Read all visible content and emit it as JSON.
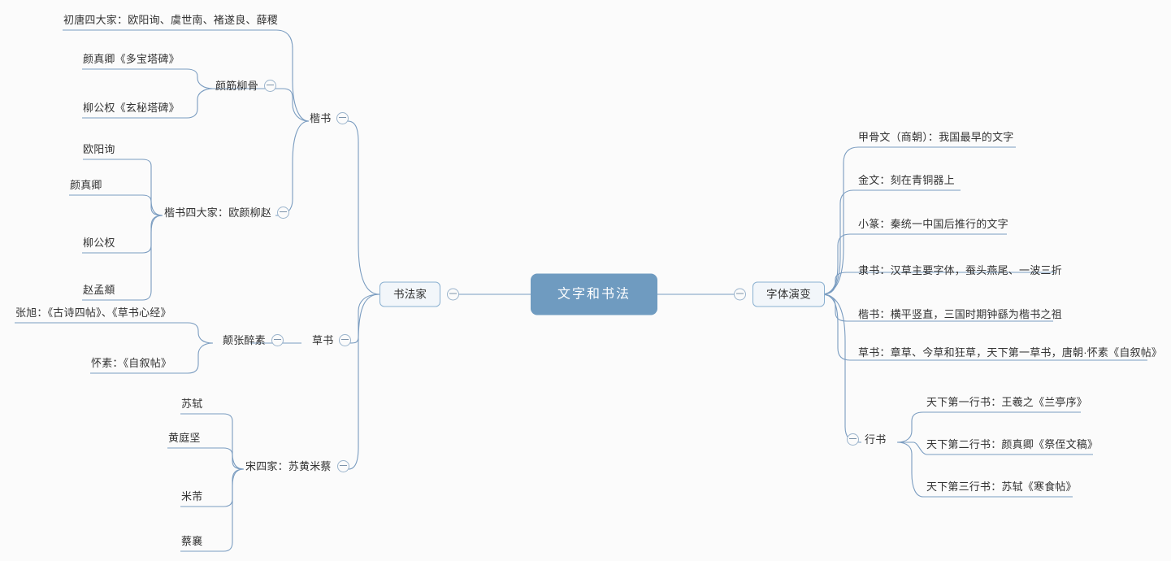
{
  "theme": {
    "background": "#fbfbfb",
    "line_color": "#7a9cc0",
    "root_fill": "#6f9bc0",
    "root_text": "#ffffff",
    "branch_box_fill": "#f2f6fa",
    "branch_box_border": "#8ab0d0",
    "text_color": "#333333",
    "toggle_border": "#9bb4cc"
  },
  "root": {
    "label": "文字和书法"
  },
  "left_branch": {
    "label": "书法家",
    "toggle": "collapse-minus",
    "children": [
      {
        "label": "楷书",
        "toggle": "collapse-minus",
        "children": [
          {
            "label": "初唐四大家：欧阳询、虞世南、褚遂良、薛稷"
          },
          {
            "label": "颜筋柳骨",
            "toggle": "collapse-minus",
            "children": [
              {
                "label": "颜真卿《多宝塔碑》"
              },
              {
                "label": "柳公权《玄秘塔碑》"
              }
            ]
          },
          {
            "label": "楷书四大家：欧颜柳赵",
            "toggle": "collapse-minus",
            "children": [
              {
                "label": "欧阳询"
              },
              {
                "label": "颜真卿"
              },
              {
                "label": "柳公权"
              },
              {
                "label": "赵孟頫"
              }
            ]
          }
        ]
      },
      {
        "label": "草书",
        "toggle": "collapse-minus",
        "children": [
          {
            "label": "颠张醉素",
            "toggle": "collapse-minus",
            "children": [
              {
                "label": "张旭：《古诗四帖》、《草书心经》"
              },
              {
                "label": "怀素：《自叙帖》"
              }
            ]
          }
        ]
      },
      {
        "label": "宋四家：苏黄米蔡",
        "toggle": "collapse-minus",
        "children": [
          {
            "label": "苏轼"
          },
          {
            "label": "黄庭坚"
          },
          {
            "label": "米芾"
          },
          {
            "label": "蔡襄"
          }
        ]
      }
    ]
  },
  "right_branch": {
    "label": "字体演变",
    "toggle": "collapse-minus",
    "children": [
      {
        "label": "甲骨文（商朝）：我国最早的文字"
      },
      {
        "label": "金文：刻在青铜器上"
      },
      {
        "label": "小篆：秦统一中国后推行的文字"
      },
      {
        "label": "隶书：汉草主要字体，蚕头燕尾、一波三折"
      },
      {
        "label": "楷书：横平竖直，三国时期钟繇为楷书之祖"
      },
      {
        "label": "草书：章草、今草和狂草，天下第一草书，唐朝·怀素《自叙帖》"
      },
      {
        "label": "行书",
        "toggle": "collapse-minus",
        "children": [
          {
            "label": "天下第一行书：王羲之《兰亭序》"
          },
          {
            "label": "天下第二行书：颜真卿《祭侄文稿》"
          },
          {
            "label": "天下第三行书：苏轼《寒食帖》"
          }
        ]
      }
    ]
  }
}
